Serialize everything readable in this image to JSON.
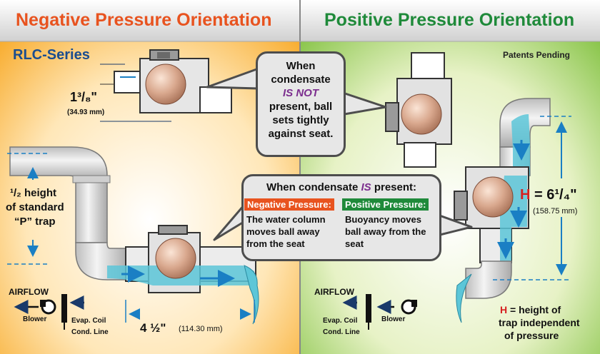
{
  "colors": {
    "negative_accent": "#e8531f",
    "positive_accent": "#1f8a3a",
    "rlc_blue": "#1a4d8f",
    "dimension_blue": "#1a7fc4",
    "purple_emphasis": "#7b2d8e",
    "h_red": "#d62020",
    "water": "#5cc6d8",
    "ball": "#d9a88e",
    "pipe_gray": "#d9d9d9"
  },
  "left_panel": {
    "title": "Negative Pressure Orientation",
    "series_label": "RLC-Series",
    "dim_small": {
      "value": "1³/₈\"",
      "metric": "(34.93 mm)"
    },
    "half_height": {
      "line1": "¹/₂ height",
      "line2": "of standard",
      "line3": "“P” trap"
    },
    "airflow": {
      "label": "AIRFLOW",
      "blower": "Blower",
      "evap_coil": "Evap. Coil",
      "cond_line": "Cond. Line"
    },
    "dim_bottom": {
      "value": "4 ½\"",
      "metric": "(114.30 mm)"
    }
  },
  "right_panel": {
    "title": "Positive Pressure Orientation",
    "patents": "Patents Pending",
    "h_dim": {
      "symbol": "H",
      "value": "= 6¹/₄\"",
      "metric": "(158.75 mm)"
    },
    "airflow": {
      "label": "AIRFLOW",
      "blower": "Blower",
      "evap_coil": "Evap. Coil",
      "cond_line": "Cond. Line"
    },
    "h_note": {
      "symbol": "H",
      "line1": "= height of",
      "line2": "trap independent",
      "line3": "of pressure"
    }
  },
  "callout_top": {
    "line1": "When",
    "line2": "condensate",
    "emphasis": "IS NOT",
    "line3": "present, ball",
    "line4": "sets tightly",
    "line5": "against seat."
  },
  "callout_mid": {
    "heading_pre": "When condensate",
    "heading_emph": "IS",
    "heading_post": "present:",
    "negative": {
      "label": "Negative Pressure:",
      "line1": "The water column",
      "line2": "moves ball away",
      "line3": "from the seat"
    },
    "positive": {
      "label": "Positive Pressure:",
      "line1": "Buoyancy moves",
      "line2": "ball away from the",
      "line3": "seat"
    }
  }
}
